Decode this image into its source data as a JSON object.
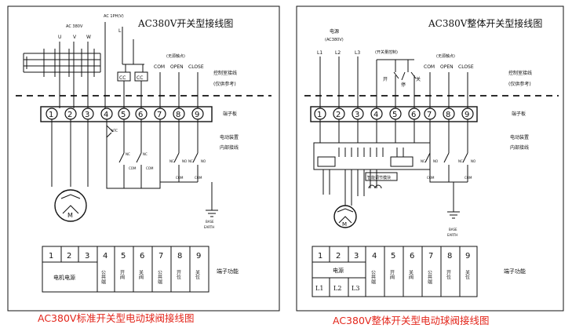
{
  "left_panel": {
    "title": "AC380V开关型接线图",
    "supply": "AC 380V",
    "phases": [
      "U",
      "V",
      "W"
    ],
    "ac_ctrl": "AC 1PH(V)",
    "live_marker": "L",
    "contactors": [
      "CC",
      "CC"
    ],
    "passive_contact": "(无源触点)",
    "com_open_close": [
      "COM",
      "OPEN",
      "CLOSE"
    ],
    "control_room": "控制室接线",
    "reference_only": "(仅供参考)",
    "terminal_board": "端子板",
    "device_wiring_1": "电动装置",
    "device_wiring_2": "内部接线",
    "terminals": [
      "1",
      "2",
      "3",
      "4",
      "5",
      "6",
      "7",
      "8",
      "9"
    ],
    "ntc": "NTC",
    "switch_labels": [
      "NC",
      "COM",
      "NC",
      "COM",
      "NC",
      "NO",
      "COM",
      "NC",
      "NO",
      "COM"
    ],
    "motor": "M",
    "earth": [
      "BASE",
      "EARTH"
    ],
    "table_numbers": [
      "1",
      "2",
      "3",
      "4",
      "5",
      "6",
      "7",
      "8",
      "9"
    ],
    "table_row2": [
      "电机电源",
      "公共端",
      "开阀",
      "关阀",
      "公共端",
      "开位",
      "关位"
    ],
    "function_label": "端子功能",
    "caption": "AC380V标准开关型电动球阀接线图"
  },
  "right_panel": {
    "title": "AC380V整体开关型接线图",
    "power": "电源",
    "supply": "(AC380V)",
    "lines": [
      "L1",
      "L2",
      "L3"
    ],
    "switch_note": "(开关量控制)",
    "open_close": [
      "开",
      "停",
      "关"
    ],
    "passive_contact": "(无源触点)",
    "com_open_close": [
      "COM",
      "OPEN",
      "CLOSE"
    ],
    "control_room": "控制室接线",
    "reference_only": "(仅供参考)",
    "terminal_board": "端子板",
    "device_wiring_1": "电动装置",
    "device_wiring_2": "内部接线",
    "terminals": [
      "1",
      "2",
      "3",
      "4",
      "5",
      "6",
      "7",
      "8",
      "9"
    ],
    "module_label": "智能调节模块",
    "switch_labels": [
      "NC",
      "NO",
      "COM",
      "NC",
      "NO",
      "COM"
    ],
    "motor": "M",
    "earth": [
      "BASE",
      "EARTH"
    ],
    "table_numbers": [
      "1",
      "2",
      "3",
      "4",
      "5",
      "6",
      "7",
      "8",
      "9"
    ],
    "table_power": "电源",
    "table_lines": [
      "L1",
      "L2",
      "L3"
    ],
    "table_row2": [
      "公共端",
      "开阀",
      "关阀",
      "公共端",
      "开位",
      "关位"
    ],
    "function_label": "端子功能",
    "caption": "AC380V整体开关型电动球阀接线图"
  }
}
